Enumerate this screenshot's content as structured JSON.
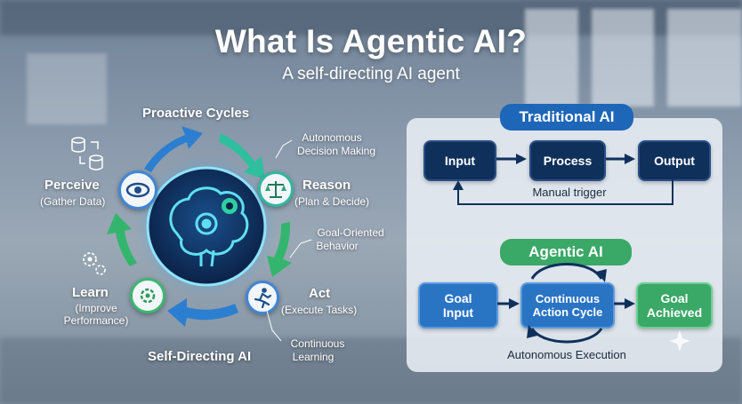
{
  "header": {
    "title": "What Is Agentic AI?",
    "subtitle": "A self-directing AI agent"
  },
  "cycle": {
    "top_label": "Proactive Cycles",
    "bottom_label": "Self-Directing AI",
    "nodes": {
      "perceive": {
        "title": "Perceive",
        "sub": "(Gather Data)"
      },
      "reason": {
        "title": "Reason",
        "sub": "(Plan & Decide)"
      },
      "act": {
        "title": "Act",
        "sub": "(Execute Tasks)"
      },
      "learn": {
        "title": "Learn",
        "sub_line1": "(Improve",
        "sub_line2": "Performance)"
      }
    },
    "annotations": {
      "autonomous_1": "Autonomous",
      "autonomous_2": "Decision Making",
      "goal_1": "Goal-Oriented",
      "goal_2": "Behavior",
      "continuous_1": "Continuous",
      "continuous_2": "Learning"
    }
  },
  "traditional": {
    "label": "Traditional AI",
    "input": "Input",
    "process": "Process",
    "output": "Output",
    "trigger": "Manual trigger"
  },
  "agentic": {
    "label": "Agentic AI",
    "goal_input_1": "Goal",
    "goal_input_2": "Input",
    "cycle_1": "Continuous",
    "cycle_2": "Action Cycle",
    "achieved_1": "Goal",
    "achieved_2": "Achieved",
    "execution": "Autonomous Execution"
  },
  "colors": {
    "navy": "#10305c",
    "blue": "#2a74c4",
    "green": "#3aa866",
    "teal": "#2bbfa0"
  }
}
